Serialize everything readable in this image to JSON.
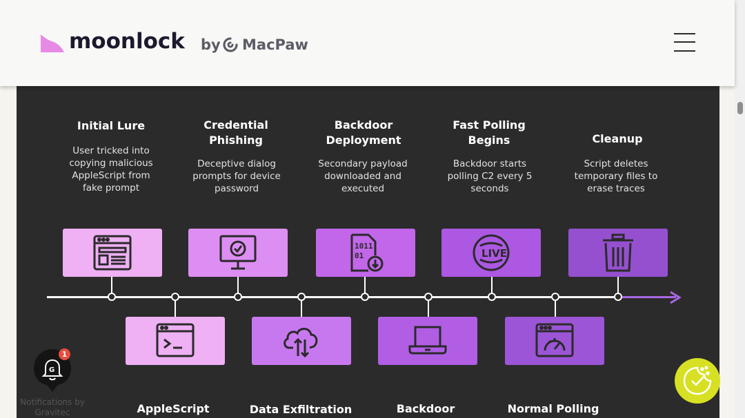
{
  "header": {
    "brand": "moonlock",
    "by": "by",
    "partner": "MacPaw",
    "menu_icon": "hamburger-icon"
  },
  "infographic": {
    "top_steps": [
      {
        "title": "Initial Lure",
        "desc": "User tricked into copying malicious AppleScript from fake prompt",
        "icon": "browser-window-icon"
      },
      {
        "title": "Credential Phishing",
        "desc": "Deceptive dialog prompts for device password",
        "icon": "monitor-check-icon"
      },
      {
        "title": "Backdoor Deployment",
        "desc": "Secondary payload downloaded and executed",
        "icon": "binary-file-download-icon"
      },
      {
        "title": "Fast Polling Begins",
        "desc": "Backdoor starts polling C2 every 5 seconds",
        "icon": "live-icon"
      },
      {
        "title": "Cleanup",
        "desc": "Script deletes temporary files to erase traces",
        "icon": "trash-icon"
      }
    ],
    "bottom_steps": [
      {
        "title": "AppleScript",
        "icon": "terminal-icon"
      },
      {
        "title": "Data Exfiltration",
        "icon": "cloud-upload-icon"
      },
      {
        "title": "Backdoor",
        "icon": "laptop-icon"
      },
      {
        "title": "Normal Polling",
        "icon": "gauge-window-icon"
      }
    ],
    "colors": {
      "panel": "#2b2b2b",
      "box_1": "#efb0f4",
      "box_2": "#dd8ef2",
      "box_3": "#c266ea",
      "box_4": "#ac58e2",
      "box_5": "#9550cf",
      "timeline_accent": "#a768e4"
    }
  },
  "notifications": {
    "badge_count": "1",
    "label": "Notifications by Gravitec"
  },
  "consent": {
    "icon": "cookie-consent-icon",
    "color": "#d7e023"
  }
}
